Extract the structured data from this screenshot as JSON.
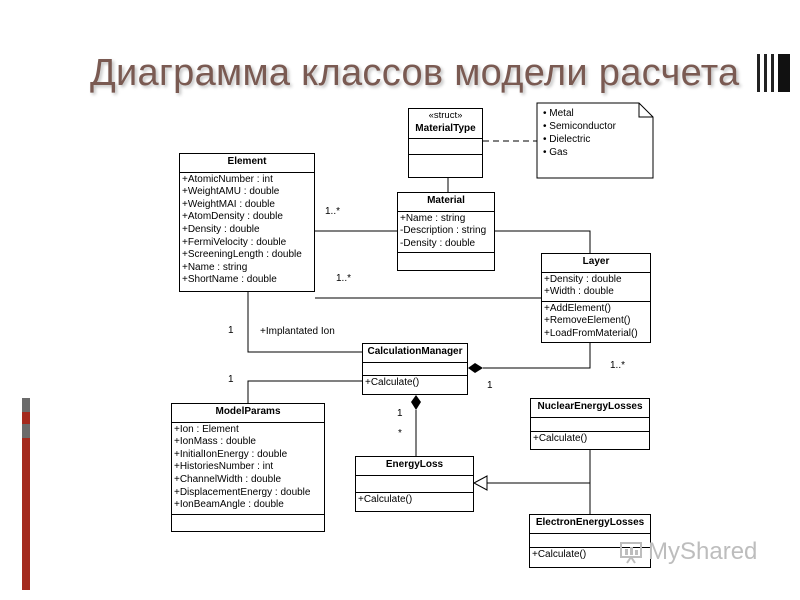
{
  "title": "Диаграмма классов модели расчета",
  "accent_colors": {
    "title": "#7a5a52",
    "deco_dark": "#6b6b6b",
    "deco_red": "#a42a1e"
  },
  "classes": {
    "element": {
      "name": "Element",
      "attributes": [
        "+AtomicNumber : int",
        "+WeightAMU : double",
        "+WeightMAI : double",
        "+AtomDensity : double",
        "+Density : double",
        "+FermiVelocity : double",
        "+ScreeningLength : double",
        "+Name : string",
        "+ShortName : double"
      ]
    },
    "material_type": {
      "stereotype": "«struct»",
      "name": "MaterialType"
    },
    "material": {
      "name": "Material",
      "attributes": [
        "+Name : string",
        "-Description : string",
        "-Density : double"
      ]
    },
    "layer": {
      "name": "Layer",
      "attributes": [
        "+Density : double",
        "+Width : double"
      ],
      "operations": [
        "+AddElement()",
        "+RemoveElement()",
        "+LoadFromMaterial()"
      ]
    },
    "calculation_manager": {
      "name": "CalculationManager",
      "operations": [
        "+Calculate()"
      ]
    },
    "model_params": {
      "name": "ModelParams",
      "attributes": [
        "+Ion : Element",
        "+IonMass : double",
        "+InitialIonEnergy : double",
        "+HistoriesNumber : int",
        "+ChannelWidth : double",
        "+DisplacementEnergy : double",
        "+IonBeamAngle : double"
      ]
    },
    "energy_loss": {
      "name": "EnergyLoss",
      "operations": [
        "+Calculate()"
      ]
    },
    "nuclear_energy_losses": {
      "name": "NuclearEnergyLosses",
      "operations": [
        "+Calculate()"
      ]
    },
    "electron_energy_losses": {
      "name": "ElectronEnergyLosses",
      "operations": [
        "+Calculate()"
      ]
    }
  },
  "note_items": [
    "• Metal",
    "• Semiconductor",
    "• Dielectric",
    "• Gas"
  ],
  "multiplicities": {
    "element_material": "1..*",
    "element_layer": "1..*",
    "implanted_one": "1",
    "implanted_ion": "+Implantated Ion",
    "params_one": "1",
    "manager_one": "1",
    "layer_many": "1..*",
    "energy_one": "1",
    "energy_many": "*"
  },
  "logo": {
    "text": "MyShared"
  }
}
